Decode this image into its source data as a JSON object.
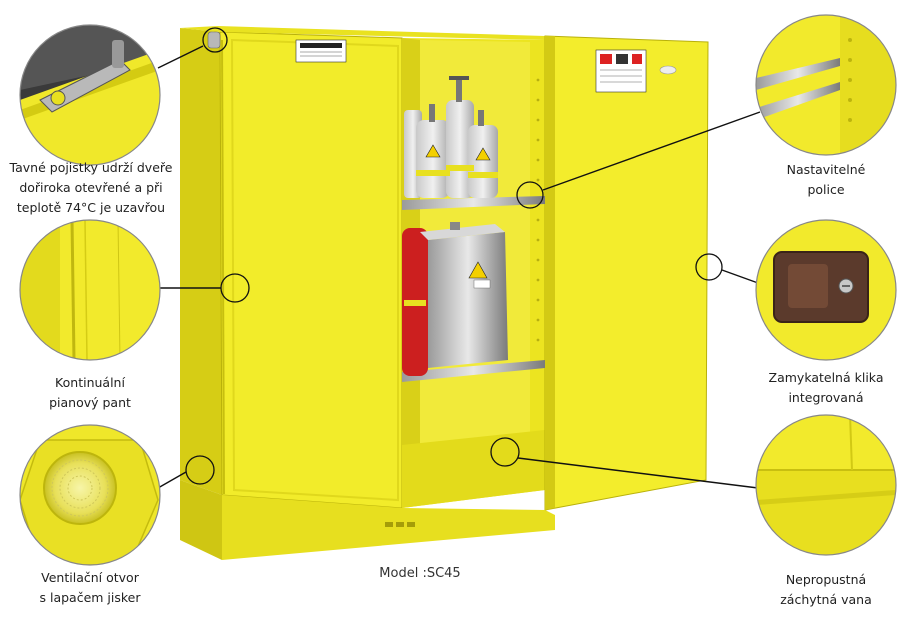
{
  "colors": {
    "cabinet_yellow": "#f2ec2a",
    "cabinet_shadow": "#c9c010",
    "callout_line": "#111111",
    "text": "#222222"
  },
  "labels": {
    "fusible_links": [
      "Tavné pojistky udrží dveře",
      "dořiroka otevřené a při",
      "teplotě 74°C je uzavřou"
    ],
    "piano_hinge": [
      "Kontinuální",
      "pianový pant"
    ],
    "vent": [
      "Ventilační otvor",
      "s lapačem jisker"
    ],
    "shelves": [
      "Nastavitelné",
      "police"
    ],
    "handle": [
      "Zamykatelná klika",
      "integrovaná"
    ],
    "sump": [
      "Nepropustná",
      "záchytná vana"
    ]
  },
  "model_label": "Model :SC45",
  "icons": [
    "fusible-link-icon",
    "hinge-icon",
    "vent-icon",
    "shelf-icon",
    "handle-icon",
    "sump-icon"
  ]
}
